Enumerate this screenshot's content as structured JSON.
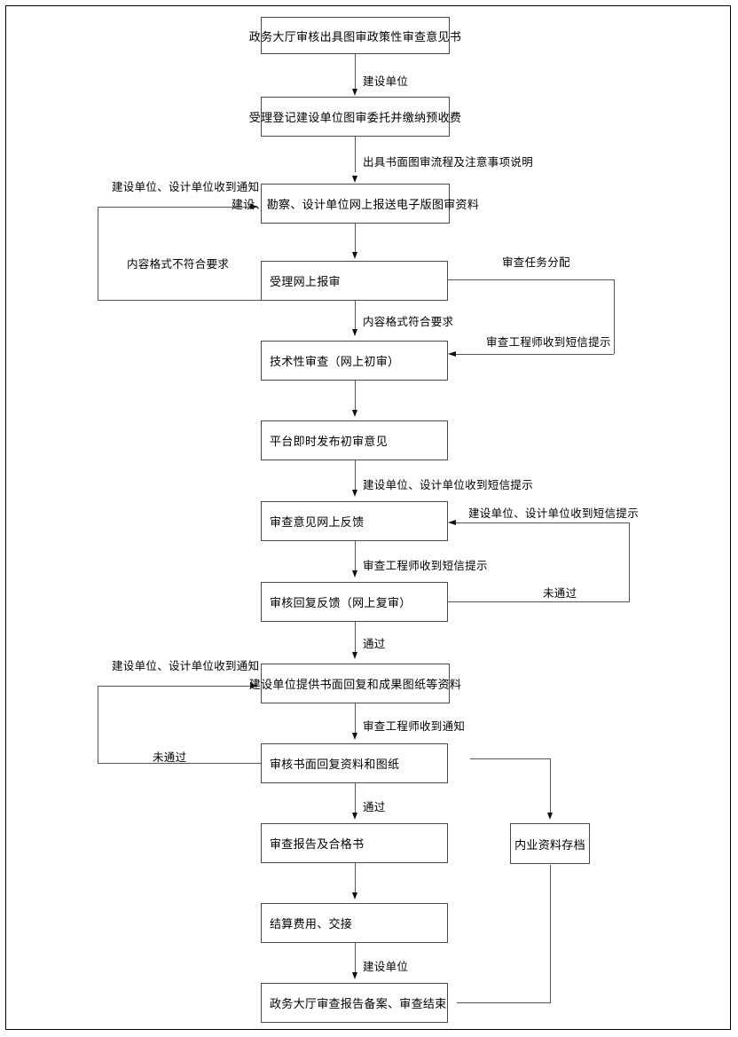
{
  "diagram": {
    "title_present": false,
    "nodes": [
      {
        "id": "n1",
        "label": "政务大厅审核出具图审政策性审查意见书"
      },
      {
        "id": "n2",
        "label": "受理登记建设单位图审委托并缴纳预收费"
      },
      {
        "id": "n3",
        "label": "建设、勘察、设计单位网上报送电子版图审资料"
      },
      {
        "id": "n4",
        "label": "受理网上报审"
      },
      {
        "id": "n5",
        "label": "技术性审查（网上初审）"
      },
      {
        "id": "n6",
        "label": "平台即时发布初审意见"
      },
      {
        "id": "n7",
        "label": "审查意见网上反馈"
      },
      {
        "id": "n8",
        "label": "审核回复反馈（网上复审）"
      },
      {
        "id": "n9",
        "label": "建设单位提供书面回复和成果图纸等资料"
      },
      {
        "id": "n10",
        "label": "审核书面回复资料和图纸"
      },
      {
        "id": "n11",
        "label": "审查报告及合格书"
      },
      {
        "id": "n12",
        "label": "结算费用、交接"
      },
      {
        "id": "n13",
        "label": "政务大厅审查报告备案、审查结束"
      },
      {
        "id": "n14",
        "label": "内业资料存档"
      }
    ],
    "edge_labels": {
      "e1": "建设单位",
      "e2": "出具书面图审流程及注意事项说明",
      "e3": "",
      "e4": "内容格式符合要求",
      "e5": "",
      "e6": "建设单位、设计单位收到短信提示",
      "e7": "审查工程师收到短信提示",
      "e8": "通过",
      "e9": "审查工程师收到通知",
      "e10": "通过",
      "e11": "",
      "e12": "建设单位",
      "loop_left_top": "建设单位、设计单位收到通知",
      "loop_left_bottom": "内容格式不符合要求",
      "loop_right_top": "审查任务分配",
      "loop_right_bottom": "审查工程师收到短信提示",
      "loop_right2_top": "建设单位、设计单位收到短信提示",
      "loop_right2_bottom": "未通过",
      "loop_left2_top": "建设单位、设计单位收到通知",
      "loop_left2_bottom": "未通过"
    },
    "colors": {
      "box_border": "#4a4a4a",
      "line": "#555555",
      "arrow": "#111111",
      "text": "#000000",
      "background": "#ffffff",
      "page_border": "#000000"
    }
  }
}
